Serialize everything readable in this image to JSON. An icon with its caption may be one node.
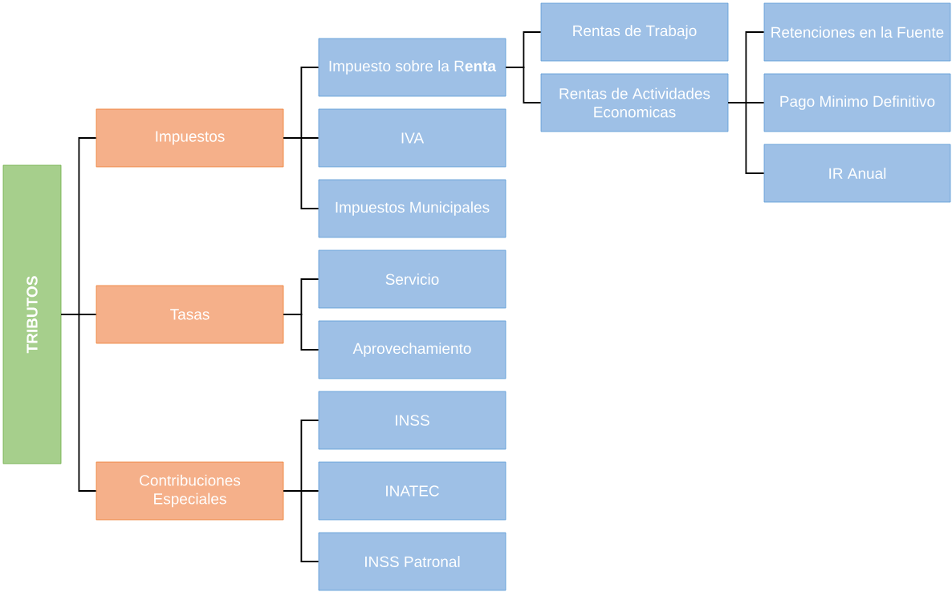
{
  "diagram": {
    "nodes": [
      {
        "text": [
          "TRIBUTOS"
        ]
      },
      {
        "text": [
          "Impuestos"
        ]
      },
      {
        "text": [
          "Tasas"
        ]
      },
      {
        "text": [
          "Contribuciones Especiales"
        ]
      },
      {
        "text": [
          "Impuesto sobre la R**enta**"
        ]
      },
      {
        "text": [
          "IVA"
        ]
      },
      {
        "text": [
          "Impuestos Municipales"
        ]
      },
      {
        "text": [
          "Servicio"
        ]
      },
      {
        "text": [
          "Aprovechamiento"
        ]
      },
      {
        "text": [
          "INSS"
        ]
      },
      {
        "text": [
          "INATEC"
        ]
      },
      {
        "text": [
          "INSS Patronal"
        ]
      },
      {
        "text": [
          "Rentas de Trabajo"
        ]
      },
      {
        "text": [
          "Rentas de Actividades Economicas"
        ]
      },
      {
        "text": [
          "Retenciones en la Fuente"
        ]
      },
      {
        "text": [
          "Pago Minimo Definitivo"
        ]
      },
      {
        "text": [
          "IR Anual"
        ]
      }
    ],
    "edges": [
      {
        "from": 0,
        "to": 1,
        "arrow": "none"
      },
      {
        "from": 0,
        "to": 2,
        "arrow": "none"
      },
      {
        "from": 0,
        "to": 3,
        "arrow": "none"
      },
      {
        "from": 1,
        "to": 4,
        "arrow": "none"
      },
      {
        "from": 1,
        "to": 5,
        "arrow": "none"
      },
      {
        "from": 1,
        "to": 6,
        "arrow": "none"
      },
      {
        "from": 2,
        "to": 7,
        "arrow": "none"
      },
      {
        "from": 2,
        "to": 8,
        "arrow": "none"
      },
      {
        "from": 3,
        "to": 9,
        "arrow": "none"
      },
      {
        "from": 3,
        "to": 10,
        "arrow": "none"
      },
      {
        "from": 3,
        "to": 11,
        "arrow": "none"
      },
      {
        "from": 4,
        "to": 12,
        "arrow": "none"
      },
      {
        "from": 4,
        "to": 13,
        "arrow": "none"
      },
      {
        "from": 13,
        "to": 14,
        "arrow": "none"
      },
      {
        "from": 13,
        "to": 15,
        "arrow": "none"
      },
      {
        "from": 13,
        "to": 16,
        "arrow": "none"
      }
    ]
  }
}
